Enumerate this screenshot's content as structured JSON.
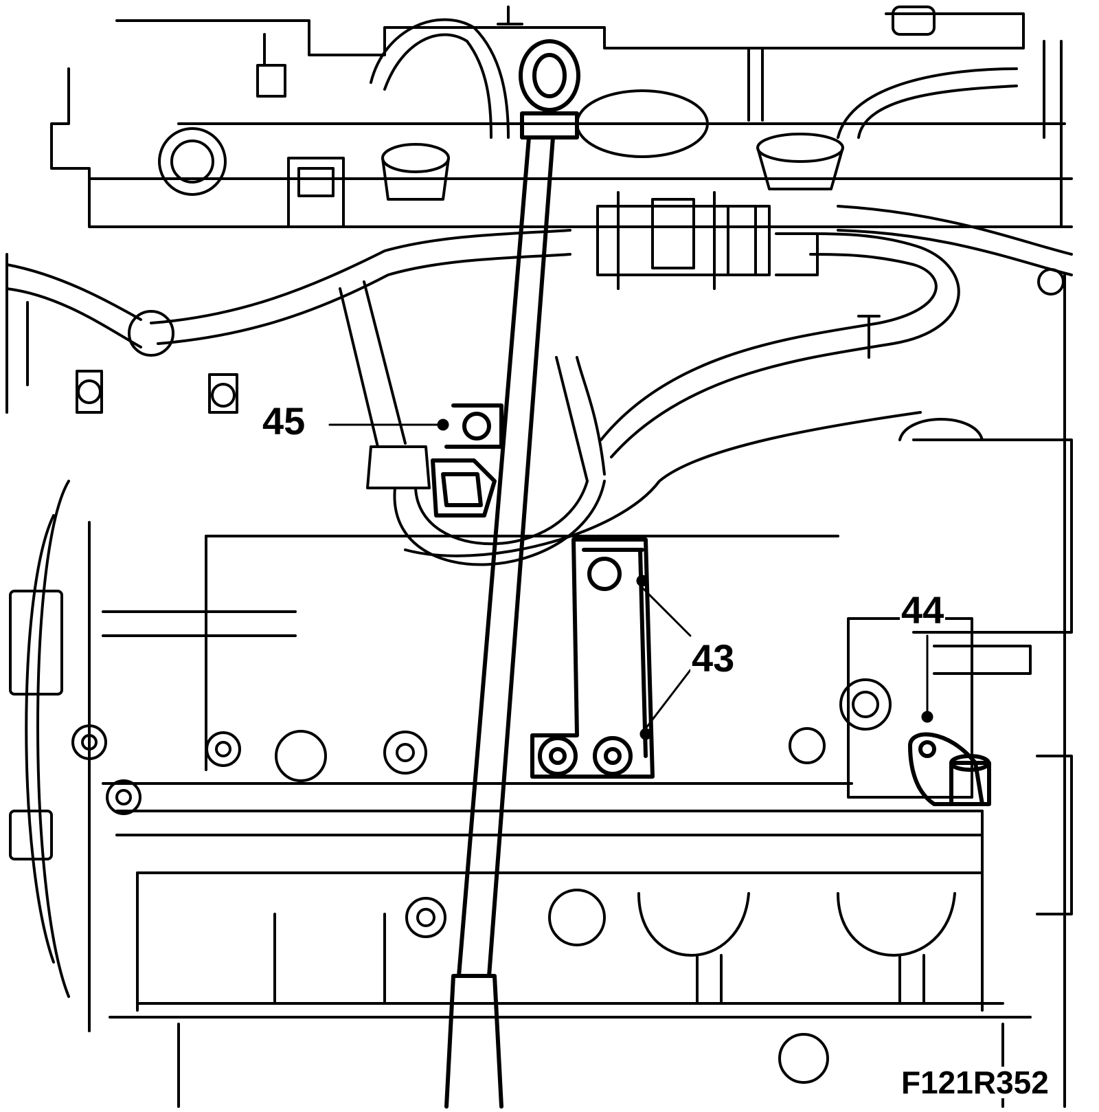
{
  "figure": {
    "id": "F121R352"
  },
  "callouts": {
    "c43": "43",
    "c44": "44",
    "c45": "45"
  },
  "colors": {
    "ink": "#000000",
    "paper": "#ffffff"
  }
}
